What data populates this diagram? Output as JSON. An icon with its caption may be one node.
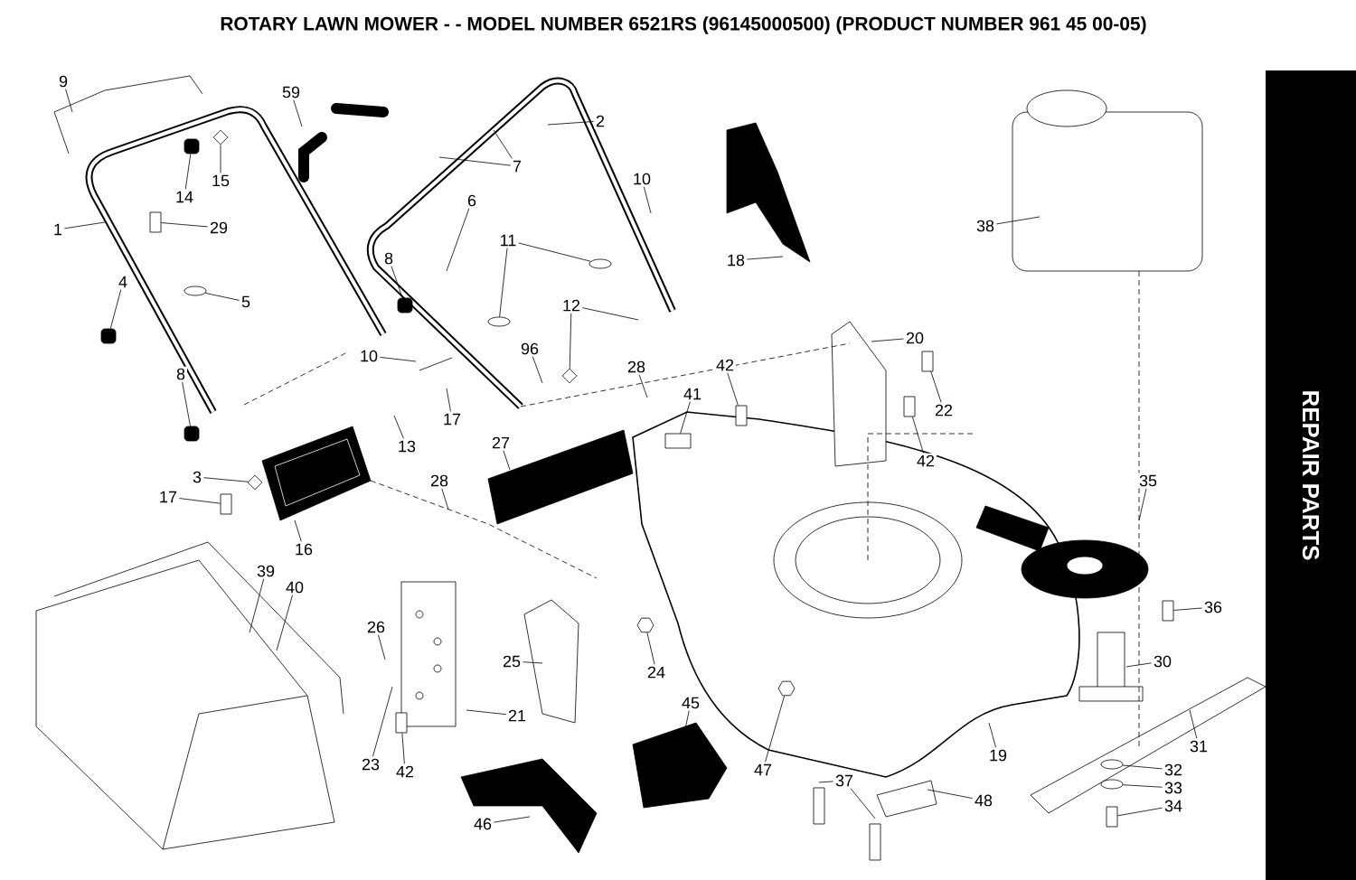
{
  "diagram": {
    "title": "ROTARY LAWN MOWER - - MODEL NUMBER  6521RS  (96145000500) (PRODUCT NUMBER 961 45 00-05)",
    "nodes": [
      {
        "text": [
          "9"
        ]
      },
      {
        "text": [
          "59"
        ]
      },
      {
        "text": [
          "2"
        ]
      },
      {
        "text": [
          "15"
        ]
      },
      {
        "text": [
          "14"
        ]
      },
      {
        "text": [
          "7"
        ]
      },
      {
        "text": [
          "10"
        ]
      },
      {
        "text": [
          "1"
        ]
      },
      {
        "text": [
          "29"
        ]
      },
      {
        "text": [
          "6"
        ]
      },
      {
        "text": [
          "11"
        ]
      },
      {
        "text": [
          "18"
        ]
      },
      {
        "text": [
          "38"
        ]
      },
      {
        "text": [
          "8"
        ]
      },
      {
        "text": [
          "4"
        ]
      },
      {
        "text": [
          "5"
        ]
      },
      {
        "text": [
          "12"
        ]
      },
      {
        "text": [
          "20"
        ]
      },
      {
        "text": [
          "10"
        ]
      },
      {
        "text": [
          "96"
        ]
      },
      {
        "text": [
          "28"
        ]
      },
      {
        "text": [
          "42"
        ]
      },
      {
        "text": [
          "8"
        ]
      },
      {
        "text": [
          "41"
        ]
      },
      {
        "text": [
          "22"
        ]
      },
      {
        "text": [
          "17"
        ]
      },
      {
        "text": [
          "13"
        ]
      },
      {
        "text": [
          "27"
        ]
      },
      {
        "text": [
          "42"
        ]
      },
      {
        "text": [
          "3"
        ]
      },
      {
        "text": [
          "28"
        ]
      },
      {
        "text": [
          "35"
        ]
      },
      {
        "text": [
          "17"
        ]
      },
      {
        "text": [
          "16"
        ]
      },
      {
        "text": [
          "39"
        ]
      },
      {
        "text": [
          "40"
        ]
      },
      {
        "text": [
          "36"
        ]
      },
      {
        "text": [
          "26"
        ]
      },
      {
        "text": [
          "25"
        ]
      },
      {
        "text": [
          "30"
        ]
      },
      {
        "text": [
          "24"
        ]
      },
      {
        "text": [
          "45"
        ]
      },
      {
        "text": [
          "21"
        ]
      },
      {
        "text": [
          "31"
        ]
      },
      {
        "text": [
          "19"
        ]
      },
      {
        "text": [
          "23"
        ]
      },
      {
        "text": [
          "42"
        ]
      },
      {
        "text": [
          "47"
        ]
      },
      {
        "text": [
          "32"
        ]
      },
      {
        "text": [
          "37"
        ]
      },
      {
        "text": [
          "33"
        ]
      },
      {
        "text": [
          "48"
        ]
      },
      {
        "text": [
          "34"
        ]
      },
      {
        "text": [
          "46"
        ]
      },
      {
        "text": [
          "REPAIR PARTS"
        ]
      },
      {
        "text": [],
        "shape": "knob"
      },
      {
        "text": [],
        "shape": "bolt"
      },
      {
        "text": [],
        "shape": "washer"
      },
      {
        "text": [],
        "shape": "washer"
      },
      {
        "text": [],
        "shape": "knob"
      },
      {
        "text": [],
        "shape": "knob"
      },
      {
        "text": [],
        "shape": "washer"
      },
      {
        "text": [],
        "shape": "clip"
      },
      {
        "text": [],
        "shape": "bolt"
      },
      {
        "text": [],
        "shape": "knob"
      },
      {
        "text": [],
        "shape": "bracket"
      },
      {
        "text": [],
        "shape": "bolt"
      },
      {
        "text": [],
        "shape": "bolt"
      },
      {
        "text": [],
        "shape": "bolt"
      },
      {
        "text": [],
        "shape": "bolt"
      },
      {
        "text": [],
        "shape": "nut"
      },
      {
        "text": [],
        "shape": "nut"
      },
      {
        "text": [],
        "shape": "bolt"
      },
      {
        "text": [],
        "shape": "washer"
      },
      {
        "text": [],
        "shape": "washer"
      },
      {
        "text": [],
        "shape": "bolt"
      },
      {
        "text": [],
        "shape": "clip"
      },
      {
        "text": [],
        "shape": "clip"
      }
    ],
    "edges": [
      {
        "from": 0,
        "to": null,
        "arrow": "none"
      },
      {
        "from": 1,
        "to": null,
        "arrow": "none"
      },
      {
        "from": 2,
        "to": null,
        "arrow": "none"
      },
      {
        "from": 3,
        "to": 76,
        "arrow": "none"
      },
      {
        "from": 4,
        "to": 55,
        "arrow": "none"
      },
      {
        "from": 5,
        "to": null,
        "arrow": "none"
      },
      {
        "from": 5,
        "to": null,
        "arrow": "none"
      },
      {
        "from": 6,
        "to": null,
        "arrow": "none"
      },
      {
        "from": 7,
        "to": null,
        "arrow": "none"
      },
      {
        "from": 8,
        "to": 56,
        "arrow": "none"
      },
      {
        "from": 9,
        "to": null,
        "arrow": "none"
      },
      {
        "from": 10,
        "to": 57,
        "arrow": "none"
      },
      {
        "from": 10,
        "to": 58,
        "arrow": "none"
      },
      {
        "from": 11,
        "to": null,
        "arrow": "none"
      },
      {
        "from": 12,
        "to": null,
        "arrow": "none"
      },
      {
        "from": 13,
        "to": 59,
        "arrow": "none"
      },
      {
        "from": 14,
        "to": 60,
        "arrow": "none"
      },
      {
        "from": 15,
        "to": 61,
        "arrow": "none"
      },
      {
        "from": 16,
        "to": null,
        "arrow": "none"
      },
      {
        "from": 16,
        "to": 62,
        "arrow": "none"
      },
      {
        "from": 17,
        "to": null,
        "arrow": "none"
      },
      {
        "from": 18,
        "to": null,
        "arrow": "none"
      },
      {
        "from": 19,
        "to": null,
        "arrow": "none"
      },
      {
        "from": 20,
        "to": null,
        "arrow": "none"
      },
      {
        "from": 21,
        "to": 63,
        "arrow": "none"
      },
      {
        "from": 22,
        "to": 64,
        "arrow": "none"
      },
      {
        "from": 23,
        "to": 65,
        "arrow": "none"
      },
      {
        "from": 24,
        "to": 66,
        "arrow": "none"
      },
      {
        "from": 25,
        "to": null,
        "arrow": "none"
      },
      {
        "from": 26,
        "to": null,
        "arrow": "none"
      },
      {
        "from": 27,
        "to": null,
        "arrow": "none"
      },
      {
        "from": 28,
        "to": 67,
        "arrow": "none"
      },
      {
        "from": 29,
        "to": 77,
        "arrow": "none"
      },
      {
        "from": 30,
        "to": null,
        "arrow": "none"
      },
      {
        "from": 31,
        "to": null,
        "arrow": "none"
      },
      {
        "from": 32,
        "to": 68,
        "arrow": "none"
      },
      {
        "from": 33,
        "to": null,
        "arrow": "none"
      },
      {
        "from": 34,
        "to": null,
        "arrow": "none"
      },
      {
        "from": 35,
        "to": null,
        "arrow": "none"
      },
      {
        "from": 36,
        "to": 69,
        "arrow": "none"
      },
      {
        "from": 37,
        "to": null,
        "arrow": "none"
      },
      {
        "from": 38,
        "to": null,
        "arrow": "none"
      },
      {
        "from": 39,
        "to": null,
        "arrow": "none"
      },
      {
        "from": 40,
        "to": 70,
        "arrow": "none"
      },
      {
        "from": 41,
        "to": null,
        "arrow": "none"
      },
      {
        "from": 42,
        "to": null,
        "arrow": "none"
      },
      {
        "from": 43,
        "to": null,
        "arrow": "none"
      },
      {
        "from": 44,
        "to": null,
        "arrow": "none"
      },
      {
        "from": 45,
        "to": null,
        "arrow": "none"
      },
      {
        "from": 46,
        "to": 72,
        "arrow": "none"
      },
      {
        "from": 47,
        "to": 71,
        "arrow": "none"
      },
      {
        "from": 48,
        "to": 73,
        "arrow": "none"
      },
      {
        "from": 49,
        "to": null,
        "arrow": "none"
      },
      {
        "from": 49,
        "to": null,
        "arrow": "none"
      },
      {
        "from": 50,
        "to": 74,
        "arrow": "none"
      },
      {
        "from": 51,
        "to": null,
        "arrow": "none"
      },
      {
        "from": 52,
        "to": 75,
        "arrow": "none"
      },
      {
        "from": 53,
        "to": null,
        "arrow": "none"
      }
    ]
  }
}
